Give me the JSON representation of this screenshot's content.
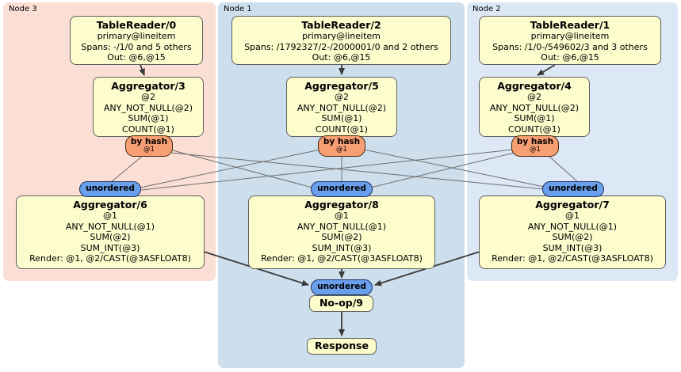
{
  "regions": {
    "node3": {
      "label": "Node 3"
    },
    "node1": {
      "label": "Node 1"
    },
    "node2": {
      "label": "Node 2"
    }
  },
  "processors": {
    "tablereader0": {
      "title": "TableReader/0",
      "lines": [
        "primary@lineitem",
        "Spans: -/1/0 and 5 others",
        "Out: @6,@15"
      ]
    },
    "tablereader2": {
      "title": "TableReader/2",
      "lines": [
        "primary@lineitem",
        "Spans: /1792327/2-/2000001/0 and 2 others",
        "Out: @6,@15"
      ]
    },
    "tablereader1": {
      "title": "TableReader/1",
      "lines": [
        "primary@lineitem",
        "Spans: /1/0-/549602/3 and 3 others",
        "Out: @6,@15"
      ]
    },
    "aggregator3": {
      "title": "Aggregator/3",
      "lines": [
        "@2",
        "ANY_NOT_NULL(@2)",
        "SUM(@1)",
        "COUNT(@1)"
      ]
    },
    "aggregator5": {
      "title": "Aggregator/5",
      "lines": [
        "@2",
        "ANY_NOT_NULL(@2)",
        "SUM(@1)",
        "COUNT(@1)"
      ]
    },
    "aggregator4": {
      "title": "Aggregator/4",
      "lines": [
        "@2",
        "ANY_NOT_NULL(@2)",
        "SUM(@1)",
        "COUNT(@1)"
      ]
    },
    "aggregator6": {
      "title": "Aggregator/6",
      "lines": [
        "@1",
        "ANY_NOT_NULL(@1)",
        "SUM(@2)",
        "SUM_INT(@3)",
        "Render: @1, @2/CAST(@3ASFLOAT8)"
      ]
    },
    "aggregator8": {
      "title": "Aggregator/8",
      "lines": [
        "@1",
        "ANY_NOT_NULL(@1)",
        "SUM(@2)",
        "SUM_INT(@3)",
        "Render: @1, @2/CAST(@3ASFLOAT8)"
      ]
    },
    "aggregator7": {
      "title": "Aggregator/7",
      "lines": [
        "@1",
        "ANY_NOT_NULL(@1)",
        "SUM(@2)",
        "SUM_INT(@3)",
        "Render: @1, @2/CAST(@3ASFLOAT8)"
      ]
    },
    "noop9": {
      "title": "No-op/9"
    },
    "response": {
      "title": "Response"
    }
  },
  "routers": {
    "by_hash": {
      "label": "by hash",
      "detail": "@1"
    }
  },
  "streams": {
    "unordered": {
      "label": "unordered"
    }
  },
  "colors": {
    "node3_bg": "#fbdfd5",
    "node1_bg": "#cddfec",
    "node2_bg": "#dce8f5",
    "processor_bg": "#fcfccd",
    "processor_border": "#5f5f5f",
    "router_bg": "#f79e73",
    "stream_bg": "#699feb",
    "edge_thin": "#6e6e6e",
    "edge_thick": "#3a3a3a"
  }
}
